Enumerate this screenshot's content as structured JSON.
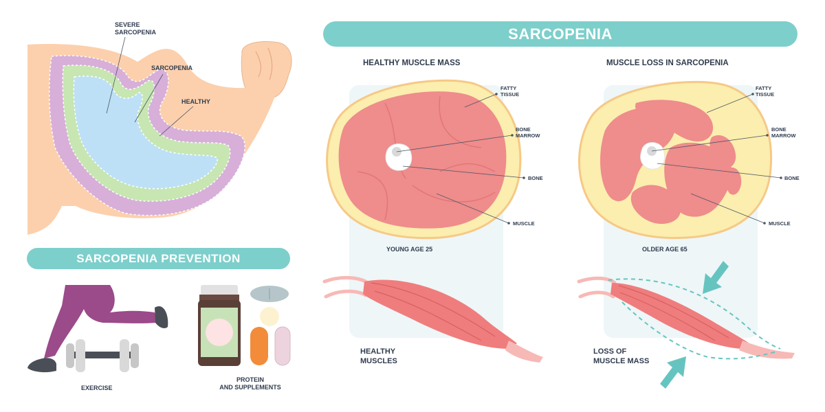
{
  "banners": {
    "main": "SARCOPENIA",
    "prevention": "SARCOPENIA PREVENTION"
  },
  "arm": {
    "severe_line1": "SEVERE",
    "severe_line2": "SARCOPENIA",
    "sarcopenia": "SARCOPENIA",
    "healthy": "HEALTHY"
  },
  "healthy_panel": {
    "heading": "HEALTHY MUSCLE MASS",
    "fatty_1": "FATTY",
    "fatty_2": "TISSUE",
    "marrow_1": "BONE",
    "marrow_2": "MARROW",
    "bone": "BONE",
    "muscle": "MUSCLE",
    "age": "YOUNG  AGE 25",
    "muscles_1": "HEALTHY",
    "muscles_2": "MUSCLES"
  },
  "loss_panel": {
    "heading": "MUSCLE LOSS IN SARCOPENIA",
    "fatty_1": "FATTY",
    "fatty_2": "TISSUE",
    "marrow_1": "BONE",
    "marrow_2": "MARROW",
    "bone": "BONE",
    "muscle": "MUSCLE",
    "age": "OLDER  AGE 65",
    "loss_1": "LOSS OF",
    "loss_2": "MUSCLE MASS"
  },
  "prevention": {
    "exercise": "EXERCISE",
    "protein_1": "PROTEIN",
    "protein_2": "AND SUPPLEMENTS"
  },
  "colors": {
    "accent": "#7dcfcb",
    "muscle": "#ef8c8c",
    "fat": "#fbeeae",
    "skin": "#fcd0ad",
    "panel": "#eef6f7"
  }
}
